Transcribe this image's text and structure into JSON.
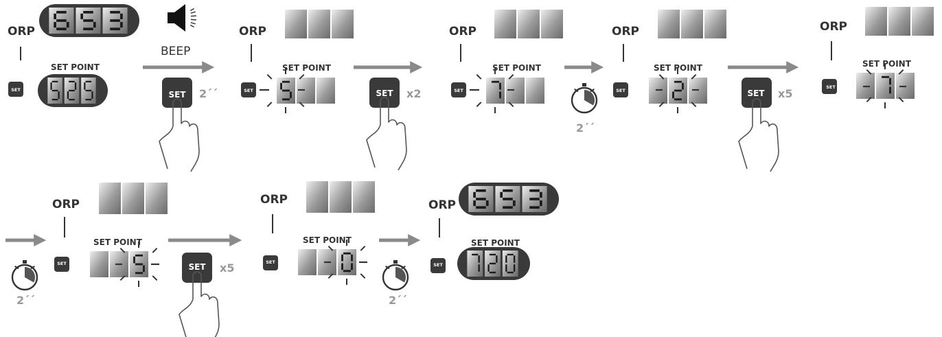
{
  "labels": {
    "orp": "ORP",
    "set_point": "SET POINT",
    "set": "SET",
    "beep": "BEEP",
    "hold_time": "2´´",
    "wait_time": "2´´",
    "x2": "x2",
    "x5": "x5"
  },
  "initial": {
    "orp_value": [
      "6",
      "5",
      "3"
    ],
    "set_point_value": [
      "5",
      "2",
      "5"
    ]
  },
  "steps": {
    "step1_digit": "5",
    "step2_digit": "7",
    "step3_digit": "2",
    "step4_digit": "7",
    "step5_digit": "5",
    "step6_digit": "0"
  },
  "final": {
    "orp_value": [
      "6",
      "5",
      "3"
    ],
    "set_point_value": [
      "7",
      "2",
      "0"
    ]
  },
  "icons": [
    "speaker-icon",
    "hand-press-icon",
    "stopwatch-icon",
    "arrow-right-icon",
    "blink-rays-icon"
  ],
  "colors": {
    "dark": "#3a3a3a",
    "arrow": "#8a8a8a",
    "lcd_bg": "#b4b4b4",
    "segment": "#1a1a1a"
  }
}
